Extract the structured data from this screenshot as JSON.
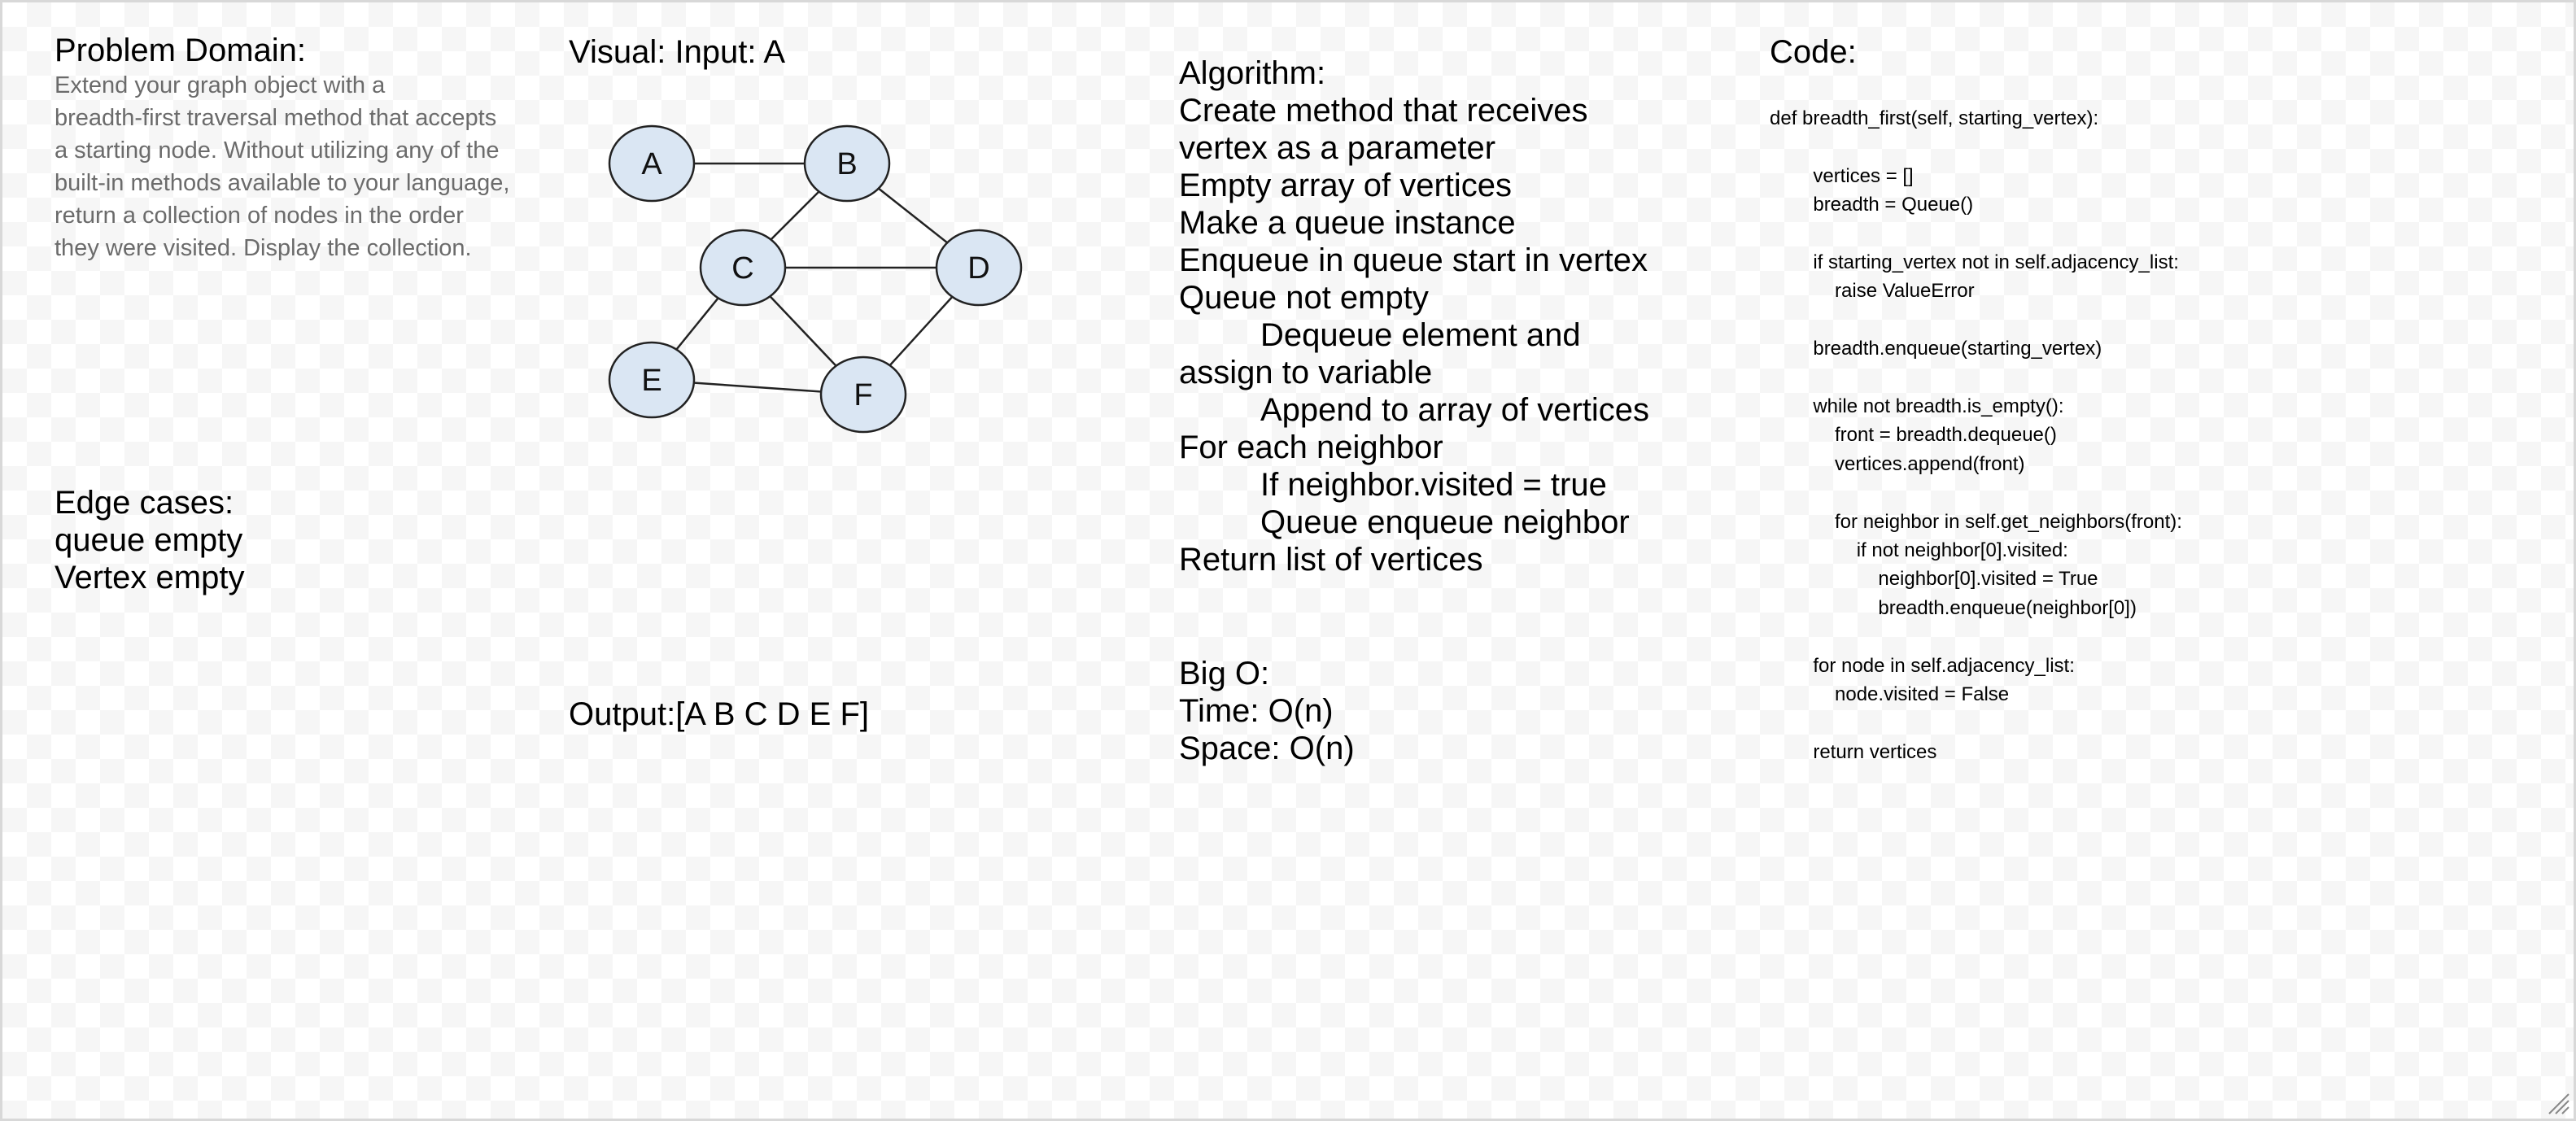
{
  "problem_domain": {
    "heading": "Problem Domain:",
    "description_lines": [
      "Extend your graph object with a",
      "breadth-first traversal method that accepts",
      "a starting node. Without utilizing any of the",
      "built-in methods available to your language,",
      "return a collection of nodes in the order",
      "they were visited. Display the collection."
    ]
  },
  "edge_cases": {
    "heading": "Edge cases:",
    "items": [
      "queue empty",
      "Vertex empty"
    ]
  },
  "visual": {
    "heading": "Visual: Input: A",
    "output": "Output:[A B C D E F]",
    "graph": {
      "nodes": [
        "A",
        "B",
        "C",
        "D",
        "E",
        "F"
      ],
      "edges": [
        [
          "A",
          "B"
        ],
        [
          "B",
          "C"
        ],
        [
          "B",
          "D"
        ],
        [
          "C",
          "D"
        ],
        [
          "C",
          "E"
        ],
        [
          "C",
          "F"
        ],
        [
          "D",
          "F"
        ],
        [
          "E",
          "F"
        ]
      ],
      "node_fill": "#dae6f3",
      "node_stroke": "#222222"
    }
  },
  "algorithm": {
    "heading": "Algorithm:",
    "lines": [
      {
        "text": "Create method that receives",
        "indent": false
      },
      {
        "text": "vertex as a parameter",
        "indent": false
      },
      {
        "text": "Empty array of vertices",
        "indent": false
      },
      {
        "text": "Make a queue instance",
        "indent": false
      },
      {
        "text": "Enqueue in queue start in vertex",
        "indent": false
      },
      {
        "text": "Queue not empty",
        "indent": false
      },
      {
        "text": "Dequeue element and",
        "indent": true
      },
      {
        "text": "assign to variable",
        "indent": false
      },
      {
        "text": "Append to array of vertices",
        "indent": true
      },
      {
        "text": "For each neighbor",
        "indent": false
      },
      {
        "text": "If neighbor.visited = true",
        "indent": true
      },
      {
        "text": "Queue enqueue neighbor",
        "indent": true
      },
      {
        "text": "Return list of vertices",
        "indent": false
      }
    ]
  },
  "big_o": {
    "heading": "Big O:",
    "time": "Time: O(n)",
    "space": "Space: O(n)"
  },
  "code": {
    "heading": "Code:",
    "lines": [
      "def breadth_first(self, starting_vertex):",
      "",
      "        vertices = []",
      "        breadth = Queue()",
      "",
      "        if starting_vertex not in self.adjacency_list:",
      "            raise ValueError",
      "",
      "        breadth.enqueue(starting_vertex)",
      "",
      "        while not breadth.is_empty():",
      "            front = breadth.dequeue()",
      "            vertices.append(front)",
      "",
      "            for neighbor in self.get_neighbors(front):",
      "                if not neighbor[0].visited:",
      "                    neighbor[0].visited = True",
      "                    breadth.enqueue(neighbor[0])",
      "",
      "        for node in self.adjacency_list:",
      "            node.visited = False",
      "",
      "        return vertices"
    ]
  }
}
